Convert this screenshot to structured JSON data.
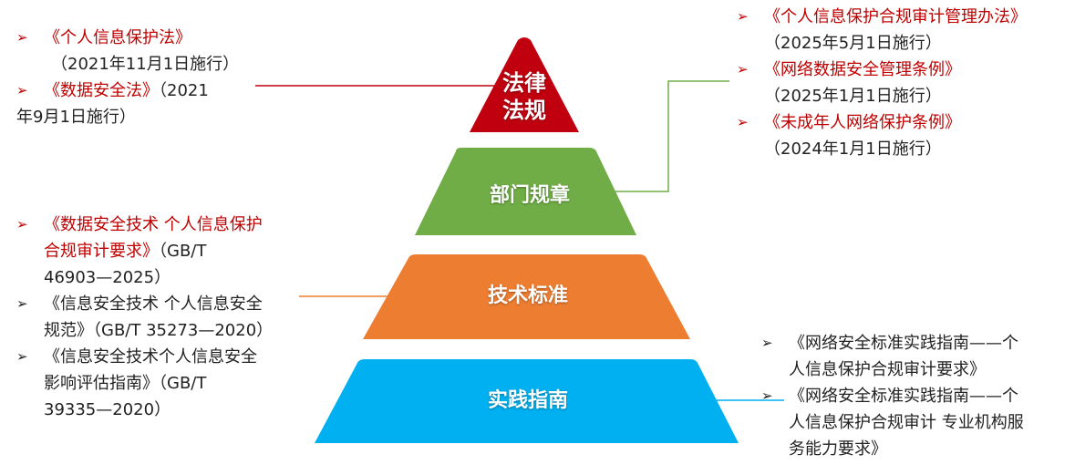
{
  "colors": {
    "law": "#c0000f",
    "dept": "#70ad47",
    "tech": "#ed7d31",
    "practice": "#00b0f0",
    "red_text": "#c00000"
  },
  "tiers": [
    {
      "label_line1": "法律",
      "label_line2": "法规"
    },
    {
      "label": "部门规章"
    },
    {
      "label": "技术标准"
    },
    {
      "label": "实践指南"
    }
  ],
  "left_top": {
    "items": [
      {
        "title": "《个人信息保护法》",
        "note": "（2021年11月1日施行）"
      },
      {
        "title": "《数据安全法》",
        "note_a": "（2021",
        "note_b": "年9月1日施行）"
      }
    ]
  },
  "right_top": {
    "items": [
      {
        "title": "《个人信息保护合规审计管理办法》",
        "note": "（2025年5月1日施行）"
      },
      {
        "title": "《网络数据安全管理条例》",
        "note": "（2025年1月1日施行）"
      },
      {
        "title": "《未成年人网络保护条例》",
        "note": "（2024年1月1日施行）"
      }
    ]
  },
  "left_bottom": {
    "items": [
      {
        "line1": "《数据安全技术 个人信息保护",
        "line2a": "合规审计要求》",
        "line2b": "（GB/T",
        "line3": "46903—2025）"
      },
      {
        "line1": "《信息安全技术 个人信息安全",
        "line2": "规范》（GB/T 35273—2020）"
      },
      {
        "line1": "《信息安全技术个人信息安全",
        "line2": "影响评估指南》（GB/T",
        "line3": "39335—2020）"
      }
    ]
  },
  "right_bottom": {
    "items": [
      {
        "line1": "《网络安全标准实践指南——个",
        "line2": "人信息保护合规审计要求》"
      },
      {
        "line1": "《网络安全标准实践指南——个",
        "line2": "人信息保护合规审计 专业机构服",
        "line3": "务能力要求》"
      }
    ]
  },
  "bullet": "➢"
}
